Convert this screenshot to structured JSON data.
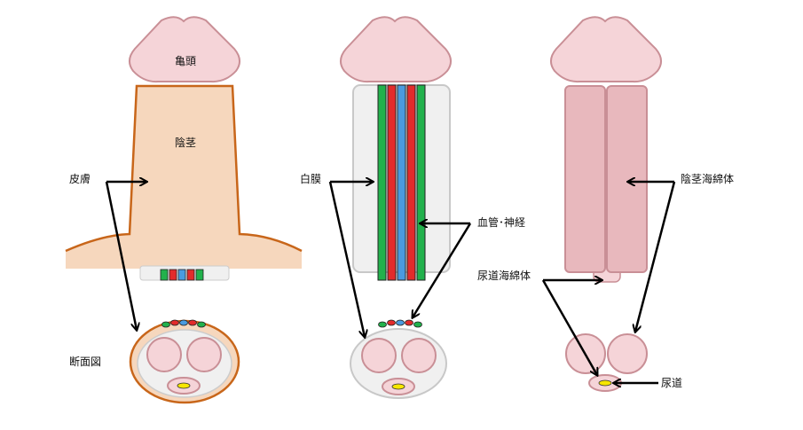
{
  "labels": {
    "glans": "亀頭",
    "shaft": "陰茎",
    "skin": "皮膚",
    "cross_section": "断面図",
    "tunica": "白膜",
    "vessels_nerves": "血管･神経",
    "corpus_cavernosum": "陰茎海綿体",
    "corpus_spongiosum": "尿道海綿体",
    "urethra": "尿道"
  },
  "colors": {
    "glans_fill": "#f5d4d8",
    "glans_stroke": "#c98f96",
    "skin_fill": "#f6d7bd",
    "skin_stroke": "#c8661a",
    "tunica_fill": "#f0f0f0",
    "tunica_stroke": "#c8c8c8",
    "cavernosum_fill": "#e8b8bd",
    "cavernosum_stroke": "#c98f96",
    "vessel_green": "#22b14c",
    "vessel_red": "#e32b2b",
    "vessel_blue": "#4a9be0",
    "urethra_fill": "#f7e600",
    "arrow": "#000000"
  }
}
